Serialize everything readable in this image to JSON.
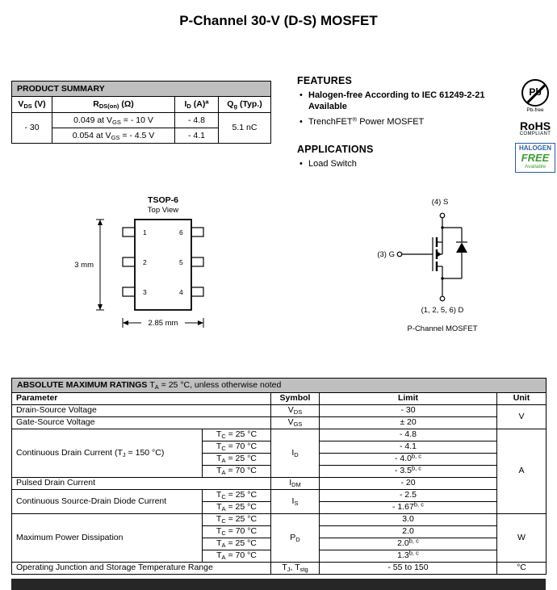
{
  "page": {
    "title": "P-Channel 30-V (D-S) MOSFET"
  },
  "product_summary": {
    "title": "PRODUCT SUMMARY",
    "col_vds": {
      "b": "V",
      "s": "DS",
      "r": " (V)"
    },
    "col_rds": {
      "b": "R",
      "s": "DS(on)",
      "r": " (Ω)"
    },
    "col_id": {
      "b": "I",
      "s": "D",
      "r": " (A)",
      "sup": "a"
    },
    "col_qg": {
      "b": "Q",
      "s": "g",
      "r": " (Typ.)"
    },
    "vds_value": "- 30",
    "row1": {
      "b": "0.049 at V",
      "s": "GS",
      "r": " = - 10 V",
      "id": "- 4.8"
    },
    "row2": {
      "b": "0.054 at V",
      "s": "GS",
      "r": " = - 4.5 V",
      "id": "- 4.1"
    },
    "qg_value": "5.1 nC"
  },
  "features": {
    "title": "FEATURES",
    "bullet": "•",
    "item1": "Halogen-free According to IEC 61249-2-21 Available",
    "item2_pre": "TrenchFET",
    "item2_sup": "®",
    "item2_post": " Power MOSFET"
  },
  "applications": {
    "title": "APPLICATIONS",
    "item1": "Load Switch"
  },
  "badges": {
    "pb_symbol": "Pb",
    "pb_caption": "Pb-free",
    "rohs_title": "RoHS",
    "rohs_sub": "COMPLIANT",
    "halogen": "HALOGEN",
    "free": "FREE",
    "available": "Available"
  },
  "package": {
    "name": "TSOP-6",
    "view": "Top View",
    "pin1": "1",
    "pin2": "2",
    "pin3": "3",
    "pin4": "4",
    "pin5": "5",
    "pin6": "6",
    "dim_height": "3 mm",
    "dim_width": "2.85 mm"
  },
  "schematic": {
    "source_label": "(4) S",
    "gate_label": "(3) G",
    "drain_label": "(1, 2, 5, 6) D",
    "caption": "P-Channel MOSFET"
  },
  "amr": {
    "title": "ABSOLUTE MAXIMUM RATINGS ",
    "cond": {
      "b": "T",
      "s": "A",
      "r": " = 25 °C, unless otherwise noted"
    },
    "col_param": "Parameter",
    "col_symbol": "Symbol",
    "col_limit": "Limit",
    "col_unit": "Unit",
    "vds": {
      "param": "Drain-Source Voltage",
      "symb": "V",
      "syms": "DS",
      "limit": "- 30"
    },
    "vgs": {
      "param": "Gate-Source Voltage",
      "symb": "V",
      "syms": "GS",
      "limit": "± 20"
    },
    "unit_v": "V",
    "id": {
      "param_b": "Continuous Drain Current (T",
      "param_s": "J",
      "param_r": " = 150 °C)",
      "symb": "I",
      "syms": "D",
      "rows": [
        {
          "cb": "T",
          "cs": "C",
          "cr": " = 25 °C",
          "limit": "- 4.8",
          "sup": ""
        },
        {
          "cb": "T",
          "cs": "C",
          "cr": " = 70 °C",
          "limit": "- 4.1",
          "sup": ""
        },
        {
          "cb": "T",
          "cs": "A",
          "cr": " = 25 °C",
          "limit": "- 4.0",
          "sup": "b, c"
        },
        {
          "cb": "T",
          "cs": "A",
          "cr": " = 70 °C",
          "limit": "- 3.5",
          "sup": "b, c"
        }
      ]
    },
    "unit_a": "A",
    "idm": {
      "param": "Pulsed Drain Current",
      "symb": "I",
      "syms": "DM",
      "limit": "- 20"
    },
    "is": {
      "param": "Continuous Source-Drain Diode Current",
      "symb": "I",
      "syms": "S",
      "rows": [
        {
          "cb": "T",
          "cs": "C",
          "cr": " = 25 °C",
          "limit": "- 2.5",
          "sup": ""
        },
        {
          "cb": "T",
          "cs": "A",
          "cr": " = 25 °C",
          "limit": "- 1.67",
          "sup": "b, c"
        }
      ]
    },
    "pd": {
      "param": "Maximum Power Dissipation",
      "symb": "P",
      "syms": "D",
      "rows": [
        {
          "cb": "T",
          "cs": "C",
          "cr": " = 25 °C",
          "limit": "3.0",
          "sup": ""
        },
        {
          "cb": "T",
          "cs": "C",
          "cr": " = 70 °C",
          "limit": "2.0",
          "sup": ""
        },
        {
          "cb": "T",
          "cs": "A",
          "cr": " = 25 °C",
          "limit": "2.0",
          "sup": "b, c"
        },
        {
          "cb": "T",
          "cs": "A",
          "cr": " = 70 °C",
          "limit": "1.3",
          "sup": "b, c"
        }
      ]
    },
    "unit_w": "W",
    "temp": {
      "param": "Operating Junction and Storage Temperature Range",
      "symb1": "T",
      "syms1": "J",
      "symb2": ", T",
      "syms2": "stg",
      "limit": "- 55 to 150",
      "unit": "°C"
    }
  }
}
